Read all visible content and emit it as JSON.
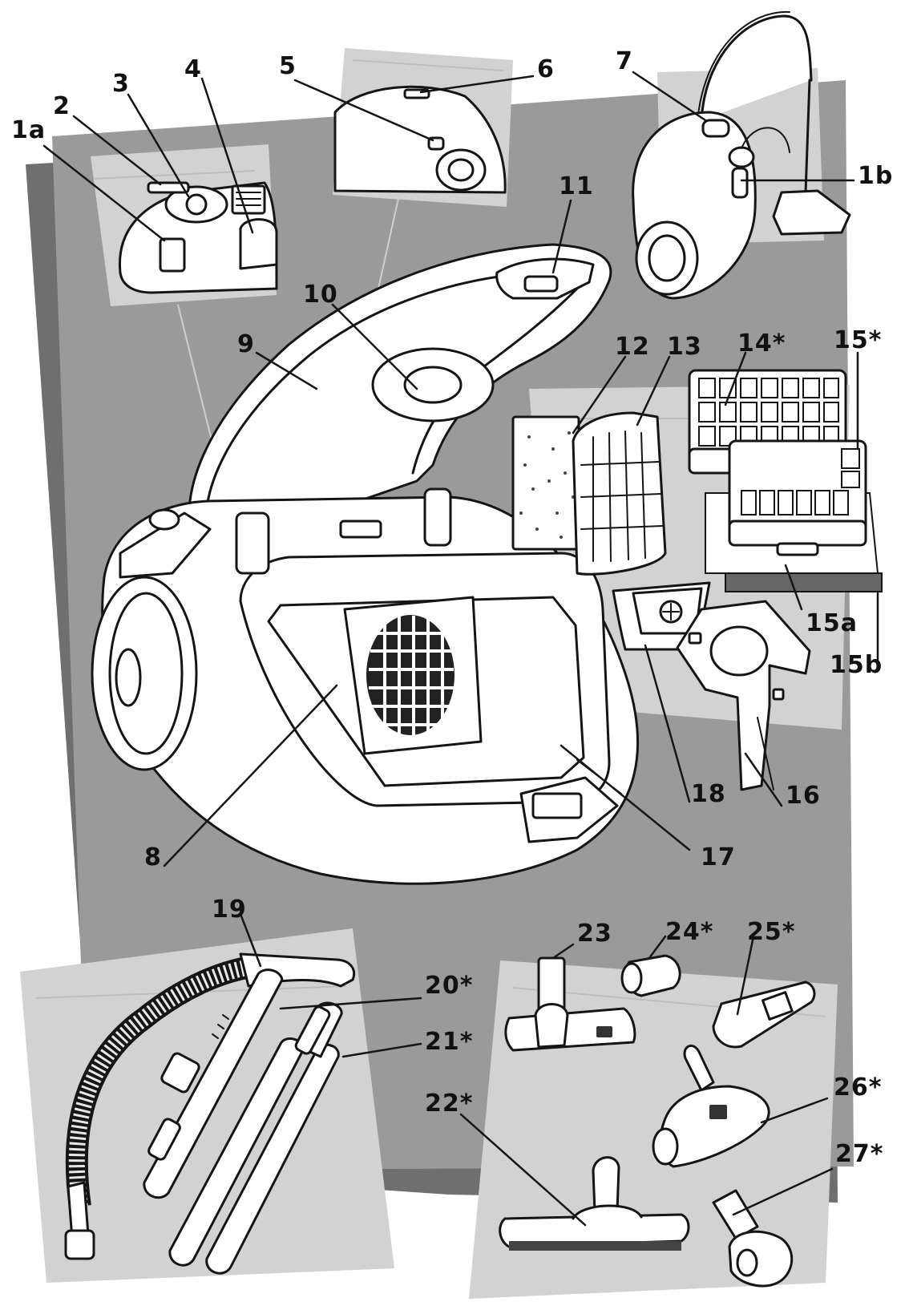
{
  "labels": {
    "l1a": "1a",
    "l1b": "1b",
    "l2": "2",
    "l3": "3",
    "l4": "4",
    "l5": "5",
    "l6": "6",
    "l7": "7",
    "l8": "8",
    "l9": "9",
    "l10": "10",
    "l11": "11",
    "l12": "12",
    "l13": "13",
    "l14": "14*",
    "l15": "15*",
    "l15a": "15a",
    "l15b": "15b",
    "l16": "16",
    "l17": "17",
    "l18": "18",
    "l19": "19",
    "l20": "20*",
    "l21": "21*",
    "l22": "22*",
    "l23": "23",
    "l24": "24*",
    "l25": "25*",
    "l26": "26*",
    "l27": "27*"
  },
  "colors": {
    "background": "#ffffff",
    "dark_panel": "#6f6f6f",
    "mid_panel": "#999999",
    "light_panel": "#d2d2d2",
    "ink": "#151515"
  },
  "icons": [
    "screw-icon"
  ]
}
